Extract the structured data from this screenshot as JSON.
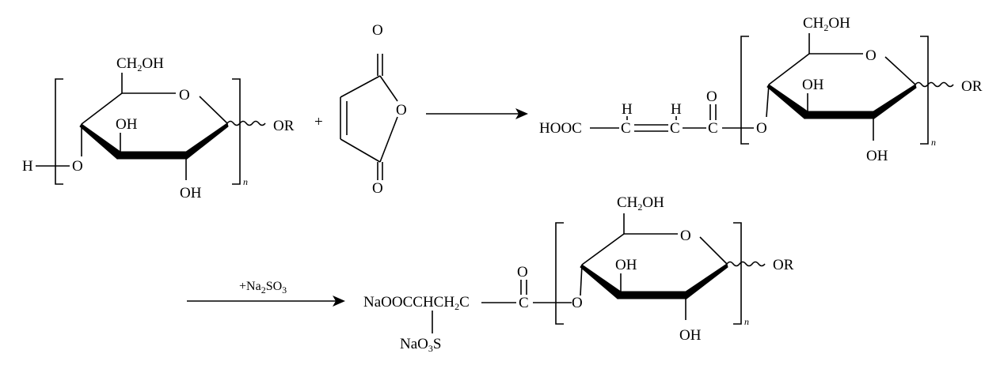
{
  "labels": {
    "ch2oh": "CH",
    "ch2oh_sub": "2",
    "ch2oh_tail": "OH",
    "oxygen": "O",
    "hydroxyl": "OH",
    "or": "OR",
    "hydrogen": "H",
    "n": "n",
    "plus": "+",
    "hooc": "HOOC",
    "carbon": "C",
    "na2so3_prefix": "+Na",
    "na2so3_sub1": "2",
    "na2so3_mid": "SO",
    "na2so3_sub2": "3",
    "naoocchch_a": "NaOOCCHCH",
    "naoocchch_sub": "2",
    "naoocchch_b": "C",
    "nao3s_a": "NaO",
    "nao3s_sub": "3",
    "nao3s_b": "S"
  }
}
